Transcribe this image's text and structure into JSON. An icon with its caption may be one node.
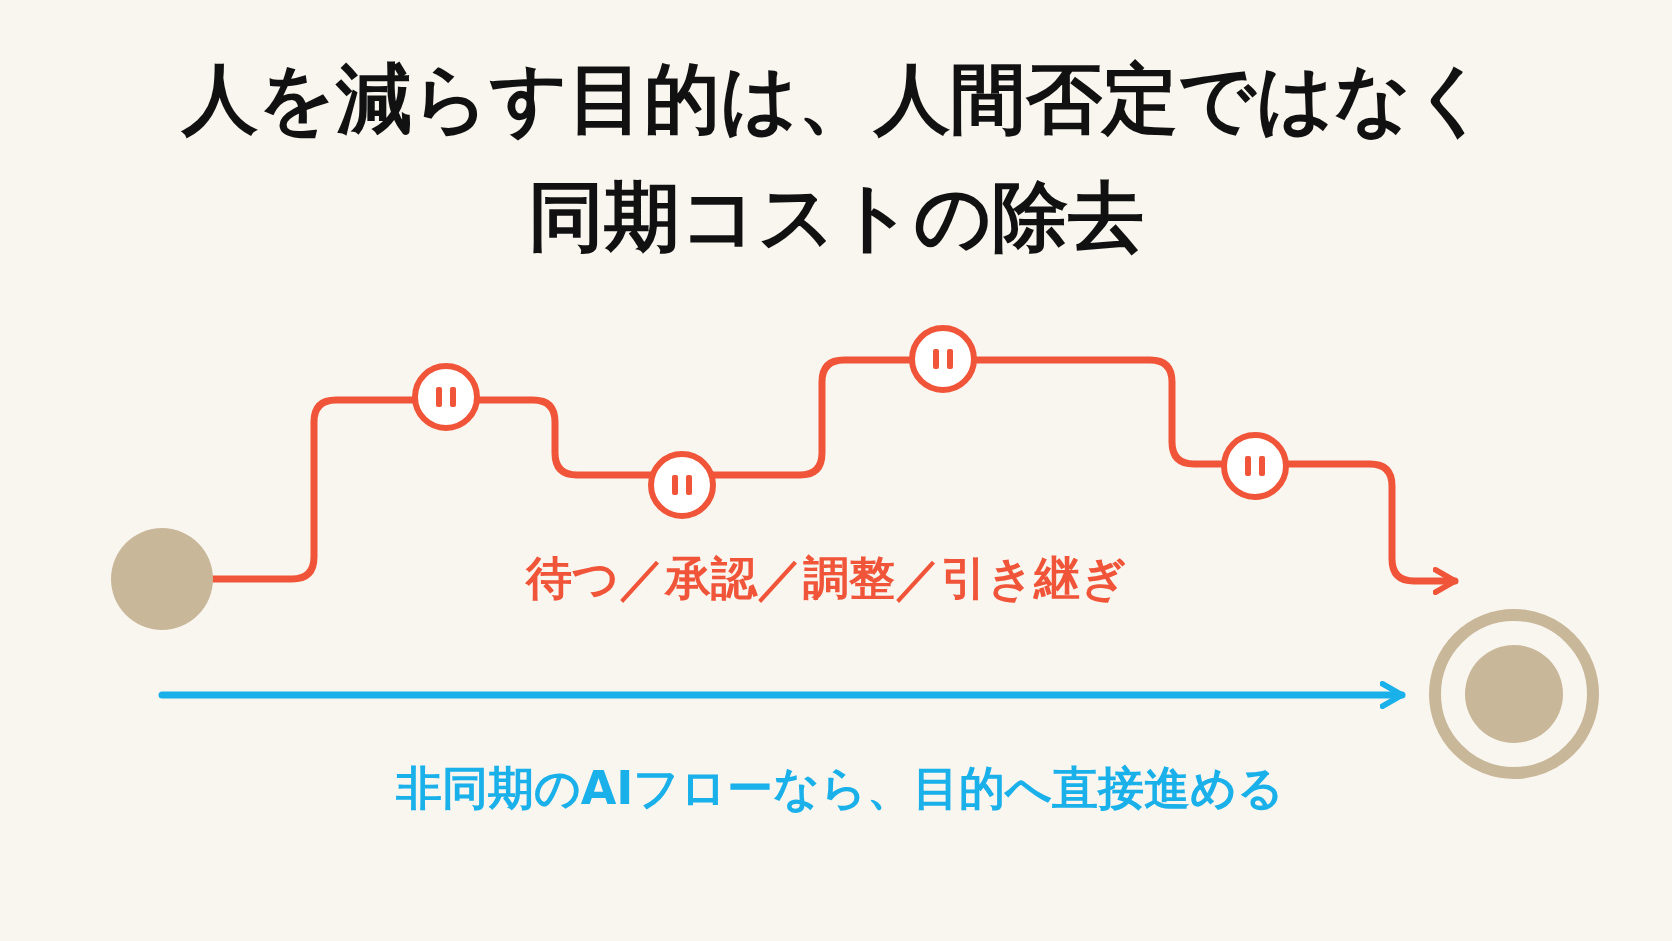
{
  "diagram": {
    "title": "人を減らす目的は、人間否定ではなく同期コストの除去",
    "nodes": [
      {
        "text": [],
        "shape": "circle"
      },
      {
        "text": [],
        "shape": "circle"
      }
    ],
    "edges": [
      {
        "from": 0,
        "to": 1,
        "arrow": "to",
        "color": "#f0553a"
      },
      {
        "from": null,
        "to": 1,
        "arrow": "to",
        "color": "#1ab0ea"
      }
    ],
    "labels": [
      "待つ／承認／調整／引き継ぎ",
      "非同期のAIフローなら、目的へ直接進める"
    ]
  }
}
